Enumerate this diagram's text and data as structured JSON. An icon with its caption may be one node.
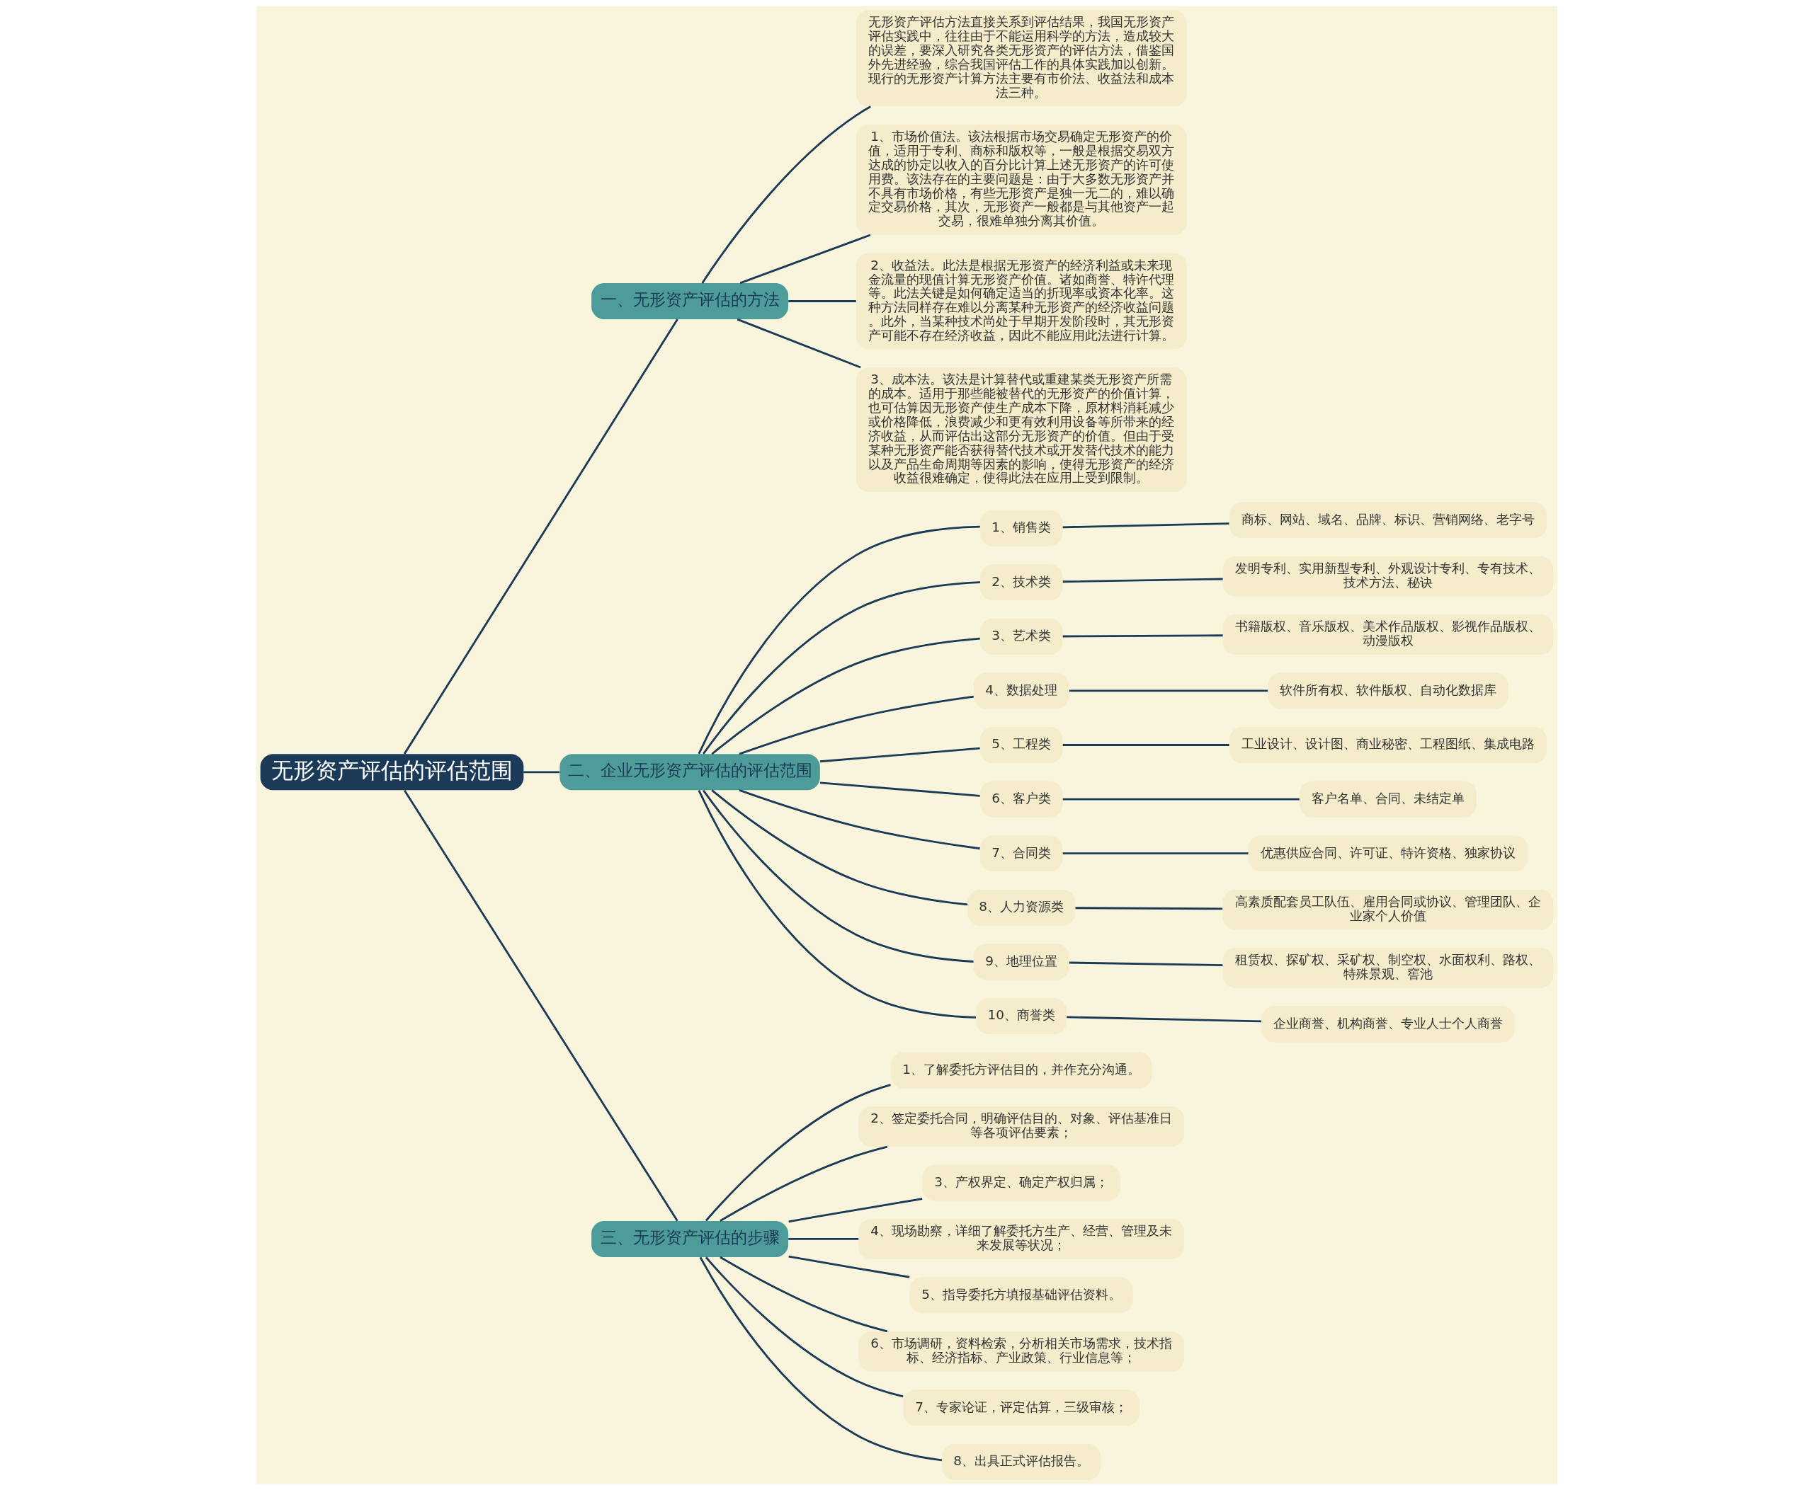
{
  "diagram": {
    "nodes": [
      {
        "text": [
          "无形资产评估的评估范围"
        ]
      },
      {
        "text": [
          "一、无形资产评估的方法"
        ]
      },
      {
        "text": [
          "无形资产评估方法直接关系到评估结果，我国无形资产评估实践中，往往由于不能运用科学的方法，造成较大的误差，要深入研究各类无形资产的评估方法，借鉴国外先进经验，综合我国评估工作的具体实践加以创新。现行的无形资产计算方法主要有市价法、收益法和成本法三种。"
        ]
      },
      {
        "text": [
          "1、市场价值法。该法根据市场交易确定无形资产的价值，适用于专利、商标和版权等，一般是根据交易双方达成的协定以收入的百分比计算上述无形资产的许可使用费。该法存在的主要问题是：由于大多数无形资产并不具有市场价格，有些无形资产是独一无二的，难以确定交易价格，其次，无形资产一般都是与其他资产一起交易，很难单独分离其价值。"
        ]
      },
      {
        "text": [
          "2、收益法。此法是根据无形资产的经济利益或未来现金流量的现值计算无形资产价值。诸如商誉、特许代理等。此法关键是如何确定适当的折现率或资本化率。这种方法同样存在难以分离某种无形资产的经济收益问题。此外，当某种技术尚处于早期开发阶段时，其无形资产可能不存在经济收益，因此不能应用此法进行计算。"
        ]
      },
      {
        "text": [
          "3、成本法。该法是计算替代或重建某类无形资产所需的成本。适用于那些能被替代的无形资产的价值计算，也可估算因无形资产使生产成本下降，原材料消耗减少或价格降低，浪费减少和更有效利用设备等所带来的经济收益，从而评估出这部分无形资产的价值。但由于受某种无形资产能否获得替代技术或开发替代技术的能力以及产品生命周期等因素的影响，使得无形资产的经济收益很难确定，使得此法在应用上受到限制。"
        ]
      },
      {
        "text": [
          "二、企业无形资产评估的评估范围"
        ]
      },
      {
        "text": [
          "1、销售类"
        ]
      },
      {
        "text": [
          "商标、网站、域名、品牌、标识、营销网络、老字号"
        ]
      },
      {
        "text": [
          "2、技术类"
        ]
      },
      {
        "text": [
          "发明专利、实用新型专利、外观设计专利、专有技术、技术方法、秘诀"
        ]
      },
      {
        "text": [
          "3、艺术类"
        ]
      },
      {
        "text": [
          "书籍版权、音乐版权、美术作品版权、影视作品版权、动漫版权"
        ]
      },
      {
        "text": [
          "4、数据处理"
        ]
      },
      {
        "text": [
          "软件所有权、软件版权、自动化数据库"
        ]
      },
      {
        "text": [
          "5、工程类"
        ]
      },
      {
        "text": [
          "工业设计、设计图、商业秘密、工程图纸、集成电路"
        ]
      },
      {
        "text": [
          "6、客户类"
        ]
      },
      {
        "text": [
          "客户名单、合同、未结定单"
        ]
      },
      {
        "text": [
          "7、合同类"
        ]
      },
      {
        "text": [
          "优惠供应合同、许可证、特许资格、独家协议"
        ]
      },
      {
        "text": [
          "8、人力资源类"
        ]
      },
      {
        "text": [
          "高素质配套员工队伍、雇用合同或协议、管理团队、企业家个人价值"
        ]
      },
      {
        "text": [
          "9、地理位置"
        ]
      },
      {
        "text": [
          "租赁权、探矿权、采矿权、制空权、水面权利、路权、特殊景观、窖池"
        ]
      },
      {
        "text": [
          "10、商誉类"
        ]
      },
      {
        "text": [
          "企业商誉、机构商誉、专业人士个人商誉"
        ]
      },
      {
        "text": [
          "三、无形资产评估的步骤"
        ]
      },
      {
        "text": [
          "1、了解委托方评估目的，并作充分沟通。"
        ]
      },
      {
        "text": [
          "2、签定委托合同，明确评估目的、对象、评估基准日等各项评估要素；"
        ]
      },
      {
        "text": [
          "3、产权界定、确定产权归属；"
        ]
      },
      {
        "text": [
          "4、现场勘察，详细了解委托方生产、经营、管理及未来发展等状况；"
        ]
      },
      {
        "text": [
          "5、指导委托方填报基础评估资料。"
        ]
      },
      {
        "text": [
          "6、市场调研，资料检索，分析相关市场需求，技术指标、经济指标、产业政策、行业信息等；"
        ]
      },
      {
        "text": [
          "7、专家论证，评定估算，三级审核；"
        ]
      },
      {
        "text": [
          "8、出具正式评估报告。"
        ]
      }
    ],
    "edges": [
      {
        "from": 0,
        "to": 1,
        "arrow": "none"
      },
      {
        "from": 1,
        "to": 2,
        "arrow": "none"
      },
      {
        "from": 1,
        "to": 3,
        "arrow": "none"
      },
      {
        "from": 1,
        "to": 4,
        "arrow": "none"
      },
      {
        "from": 1,
        "to": 5,
        "arrow": "none"
      },
      {
        "from": 0,
        "to": 6,
        "arrow": "none"
      },
      {
        "from": 6,
        "to": 7,
        "arrow": "none"
      },
      {
        "from": 7,
        "to": 8,
        "arrow": "none"
      },
      {
        "from": 6,
        "to": 9,
        "arrow": "none"
      },
      {
        "from": 9,
        "to": 10,
        "arrow": "none"
      },
      {
        "from": 6,
        "to": 11,
        "arrow": "none"
      },
      {
        "from": 11,
        "to": 12,
        "arrow": "none"
      },
      {
        "from": 6,
        "to": 13,
        "arrow": "none"
      },
      {
        "from": 13,
        "to": 14,
        "arrow": "none"
      },
      {
        "from": 6,
        "to": 15,
        "arrow": "none"
      },
      {
        "from": 15,
        "to": 16,
        "arrow": "none"
      },
      {
        "from": 6,
        "to": 17,
        "arrow": "none"
      },
      {
        "from": 17,
        "to": 18,
        "arrow": "none"
      },
      {
        "from": 6,
        "to": 19,
        "arrow": "none"
      },
      {
        "from": 19,
        "to": 20,
        "arrow": "none"
      },
      {
        "from": 6,
        "to": 21,
        "arrow": "none"
      },
      {
        "from": 21,
        "to": 22,
        "arrow": "none"
      },
      {
        "from": 6,
        "to": 23,
        "arrow": "none"
      },
      {
        "from": 23,
        "to": 24,
        "arrow": "none"
      },
      {
        "from": 6,
        "to": 25,
        "arrow": "none"
      },
      {
        "from": 25,
        "to": 26,
        "arrow": "none"
      },
      {
        "from": 0,
        "to": 27,
        "arrow": "none"
      },
      {
        "from": 27,
        "to": 28,
        "arrow": "none"
      },
      {
        "from": 27,
        "to": 29,
        "arrow": "none"
      },
      {
        "from": 27,
        "to": 30,
        "arrow": "none"
      },
      {
        "from": 27,
        "to": 31,
        "arrow": "none"
      },
      {
        "from": 27,
        "to": 32,
        "arrow": "none"
      },
      {
        "from": 27,
        "to": 33,
        "arrow": "none"
      },
      {
        "from": 27,
        "to": 34,
        "arrow": "none"
      },
      {
        "from": 27,
        "to": 35,
        "arrow": "none"
      }
    ]
  }
}
